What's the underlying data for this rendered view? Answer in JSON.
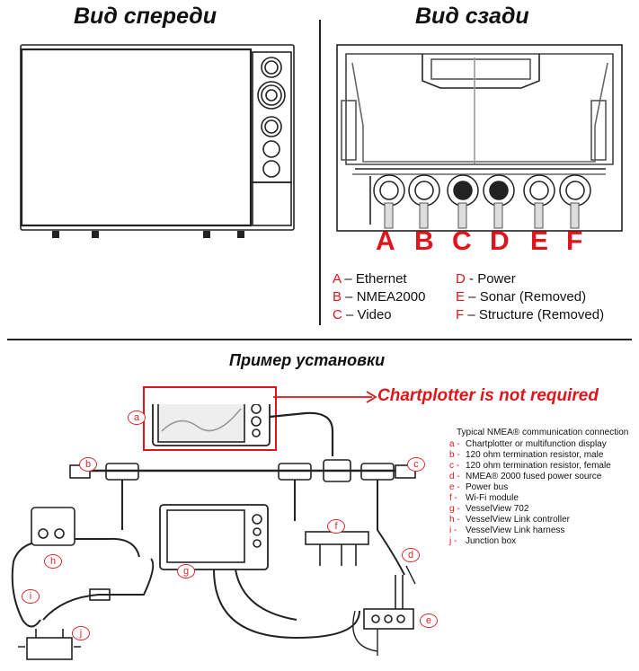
{
  "front_view": {
    "title": "Вид спереди"
  },
  "rear_view": {
    "title": "Вид сзади",
    "ports": [
      "A",
      "B",
      "C",
      "D",
      "E",
      "F"
    ],
    "legend": [
      {
        "key": "A",
        "sep": " – ",
        "text": "Ethernet"
      },
      {
        "key": "B",
        "sep": " – ",
        "text": "NMEA2000"
      },
      {
        "key": "C",
        "sep": " – ",
        "text": "Video"
      },
      {
        "key": "D",
        "sep": " - ",
        "text": "Power"
      },
      {
        "key": "E",
        "sep": " – ",
        "text": " Sonar  (Removed)"
      },
      {
        "key": "F",
        "sep": " – ",
        "text": "Structure (Removed)"
      }
    ]
  },
  "installation": {
    "title": "Пример установки",
    "callout": "Chartplotter is not required",
    "nmea_title": "Typical NMEA® communication connection",
    "nmea_items": [
      {
        "key": "a -",
        "text": "Chartplotter or multifunction display"
      },
      {
        "key": "b -",
        "text": "120 ohm termination resistor, male"
      },
      {
        "key": "c -",
        "text": "120 ohm termination resistor, female"
      },
      {
        "key": "d -",
        "text": "NMEA® 2000 fused power source"
      },
      {
        "key": "e -",
        "text": "Power bus"
      },
      {
        "key": "f -",
        "text": "Wi-Fi module"
      },
      {
        "key": "g -",
        "text": "VesselView 702"
      },
      {
        "key": "h -",
        "text": "VesselView Link controller"
      },
      {
        "key": "i -",
        "text": "VesselView Link harness"
      },
      {
        "key": "j -",
        "text": "Junction box"
      }
    ],
    "tags": [
      "a",
      "b",
      "c",
      "d",
      "e",
      "f",
      "g",
      "h",
      "i",
      "j"
    ]
  },
  "colors": {
    "accent_red": "#e0151b",
    "tag_red": "#d8262b"
  }
}
